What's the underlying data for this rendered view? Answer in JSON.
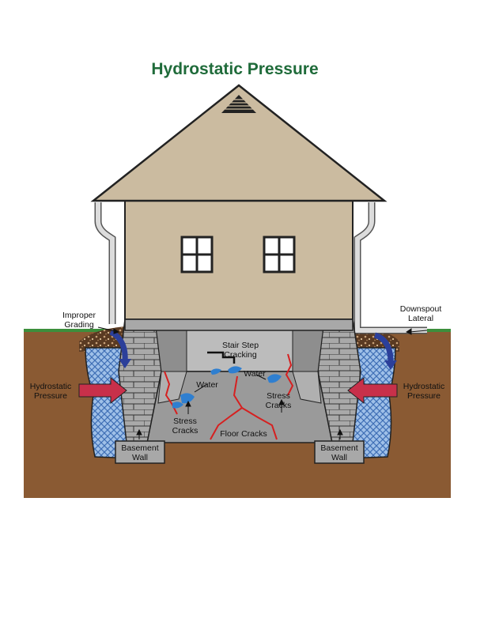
{
  "title": "Hydrostatic Pressure",
  "colors": {
    "title": "#1f6b3a",
    "soil": "#8a5a33",
    "grass": "#3c8f3c",
    "siding": "#cbbba0",
    "roof": "#cbbba0",
    "foundation": "#a8a8a8",
    "floor": "#9a9a9a",
    "water_mesh": "#4a78b8",
    "water": "#2f7fd0",
    "gutter": "#d8d8d8",
    "pressure_arrow": "#c8304a",
    "downspout_arrow": "#2b3f9a",
    "crack_red": "#d62020"
  },
  "labels": {
    "improper_grading": [
      "Improper",
      "Grading"
    ],
    "downspout_lateral": [
      "Downspout",
      "Lateral"
    ],
    "stair_step_cracking": [
      "Stair Step",
      "Cracking"
    ],
    "water_left": "Water",
    "water_right": "Water",
    "hydrostatic_pressure_left": [
      "Hydrostatic",
      "Pressure"
    ],
    "hydrostatic_pressure_right": [
      "Hydrostatic",
      "Pressure"
    ],
    "stress_cracks_left": [
      "Stress",
      "Cracks"
    ],
    "stress_cracks_right": [
      "Stress",
      "Cracks"
    ],
    "floor_cracks": "Floor Cracks",
    "basement_wall_left": [
      "Basement",
      "Wall"
    ],
    "basement_wall_right": [
      "Basement",
      "Wall"
    ]
  }
}
